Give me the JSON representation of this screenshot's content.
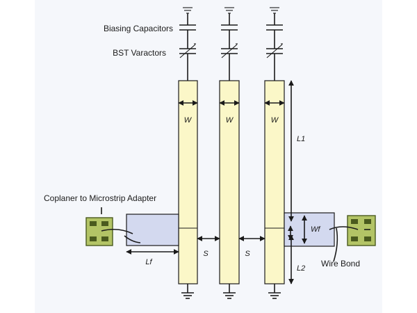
{
  "labels": {
    "biasing_capacitors": "Biasing Capacitors",
    "bst_varactors": "BST Varactors",
    "coplanar_adapter": "Coplaner to Microstrip Adapter",
    "wire_bond": "Wire Bond"
  },
  "dimensions": {
    "w": "W",
    "l1": "L1",
    "l2": "L2",
    "lf": "Lf",
    "wf": "Wf",
    "s": "S"
  },
  "colors": {
    "panel_bg": "#f5f7fb",
    "strip_fill": "#fbf7c8",
    "feed_fill": "#d3d9ef",
    "pad_fill": "#b3c466",
    "pad_dark": "#4a5a1e",
    "line": "#1a1a1a"
  }
}
